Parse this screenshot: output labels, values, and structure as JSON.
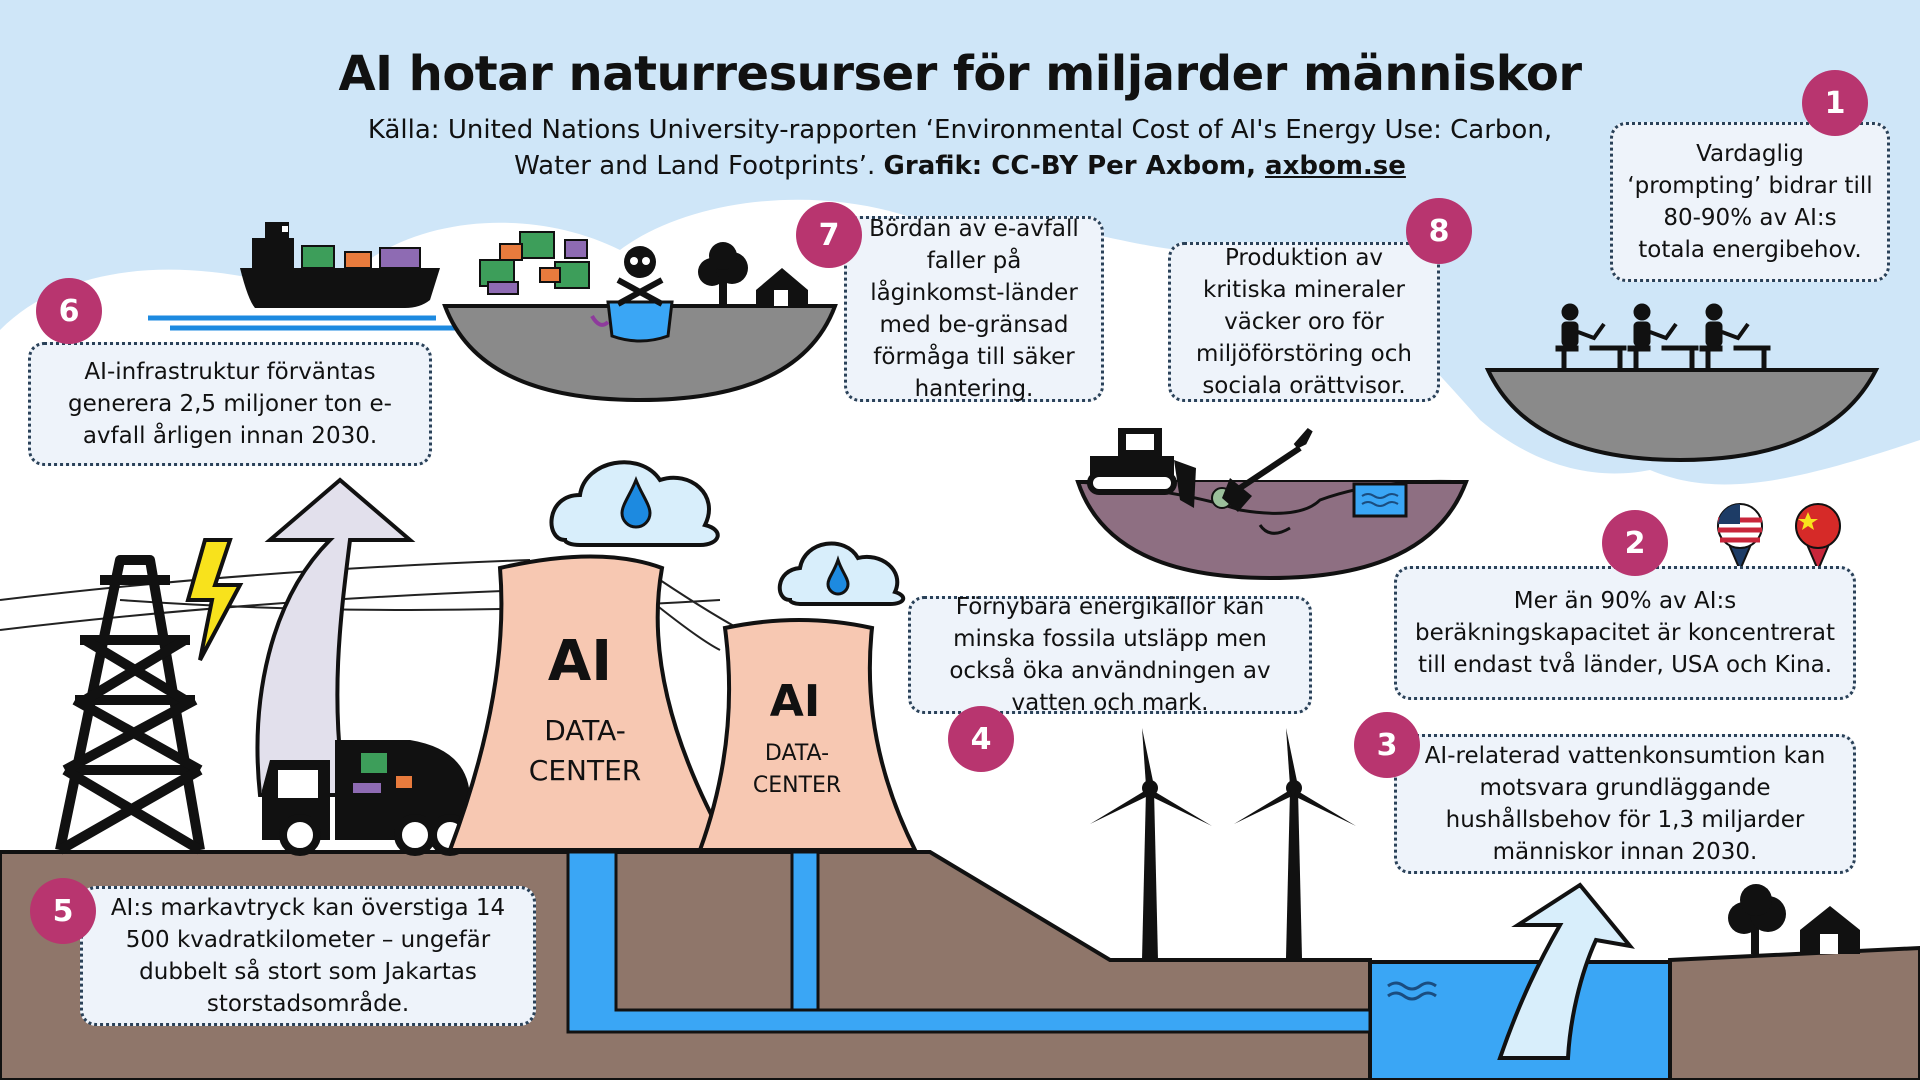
{
  "title": "AI hotar naturresurser för miljarder människor",
  "source": {
    "line1": "Källa: United Nations University-rapporten ‘Environmental Cost of AI's Energy Use: Carbon,",
    "line2_plain": "Water and Land Footprints’. ",
    "line2_bold": "Grafik: CC-BY Per Axbom, ",
    "link": "axbom.se"
  },
  "datacenters": {
    "big": {
      "label": "AI",
      "line1": "DATA-",
      "line2": "CENTER"
    },
    "small": {
      "label": "AI",
      "line1": "DATA-",
      "line2": "CENTER"
    }
  },
  "callouts": [
    {
      "number": "1",
      "text": "Vardaglig ‘prompting’ bidrar till 80-90% av AI:s totala energibehov."
    },
    {
      "number": "2",
      "text": "Mer än 90% av AI:s beräkningskapacitet är koncentrerat till endast två länder, USA och Kina."
    },
    {
      "number": "3",
      "text": "AI-relaterad vattenkonsumtion kan motsvara grundläggande hushållsbehov för 1,3 miljarder människor innan 2030."
    },
    {
      "number": "4",
      "text": "Förnybara energikällor kan minska fossila utsläpp men också öka användningen av vatten och mark."
    },
    {
      "number": "5",
      "text": "AI:s markavtryck kan överstiga 14 500 kvadratkilometer – ungefär dubbelt så stort som Jakartas storstadsområde."
    },
    {
      "number": "6",
      "text": "AI-infrastruktur förväntas generera 2,5 miljoner ton e-avfall årligen innan 2030."
    },
    {
      "number": "7",
      "text": "Bördan av e-avfall faller på låginkomst-länder med be-gränsad förmåga till säker hantering."
    },
    {
      "number": "8",
      "text": "Produktion av kritiska mineraler väcker oro för miljöförstöring och sociala orättvisor."
    }
  ],
  "colors": {
    "sky": "#cfe6f8",
    "cloud": "#ffffff",
    "ground": "#8f766a",
    "water": "#3aa6f5",
    "tower": "#f7c8b2",
    "badge": "#b8356f",
    "island": "#8a8a8a",
    "mine": "#8e6f82",
    "arrow_purple": "#e2e0ec",
    "arrow_blue": "#d8eefb",
    "lightning": "#f8e21c"
  },
  "icons": [
    "cargo-ship-icon",
    "server-hardware-icon",
    "skull-crossbones-icon",
    "tree-icon",
    "house-icon",
    "people-laptop-icon",
    "usa-flag-pin-icon",
    "china-flag-pin-icon",
    "bulldozer-icon",
    "shovel-icon",
    "garbage-truck-icon",
    "wind-turbine-icon",
    "power-pylon-icon",
    "lightning-icon",
    "rain-cloud-icon",
    "water-waves-icon",
    "arrow-up-icon"
  ]
}
